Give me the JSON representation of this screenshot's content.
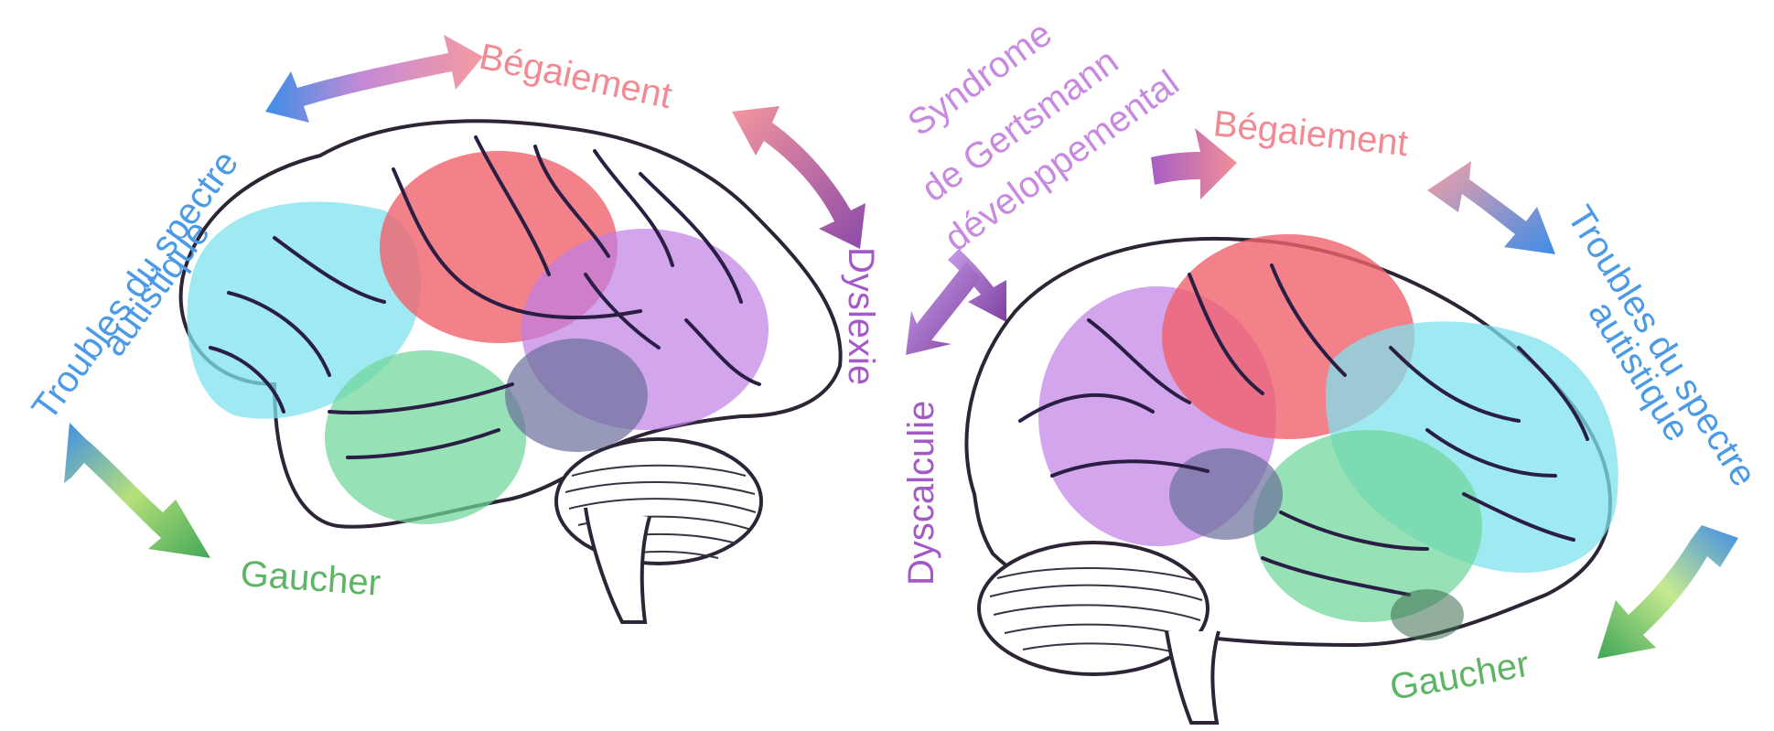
{
  "colors": {
    "blue": "#4a9ae8",
    "pink": "#f28a94",
    "purple": "#a35ac6",
    "lilac": "#c889e0",
    "green": "#5cb464",
    "region_cyan": "#7fe2ee",
    "region_red": "#f0616b",
    "region_purple": "#bf7fe6",
    "region_green": "#6fd69a",
    "brain_outline": "#2d2535",
    "sulci": "#2a1e45"
  },
  "left_brain": {
    "label_tsa_line1": "Troubles du spectre",
    "label_tsa_line2": "autistique",
    "label_begaiement": "Bégaiement",
    "label_gaucher": "Gaucher",
    "label_dyslexie": "Dyslexie"
  },
  "center": {
    "label_gerstmann_line1": "Syndrome",
    "label_gerstmann_line2": "de Gertsmann",
    "label_gerstmann_line3": "développemental",
    "label_dyscalculie": "Dyscalculie"
  },
  "right_brain": {
    "label_begaiement": "Bégaiement",
    "label_tsa_line1": "Troubles du spectre",
    "label_tsa_line2": "autistique",
    "label_gaucher": "Gaucher"
  }
}
